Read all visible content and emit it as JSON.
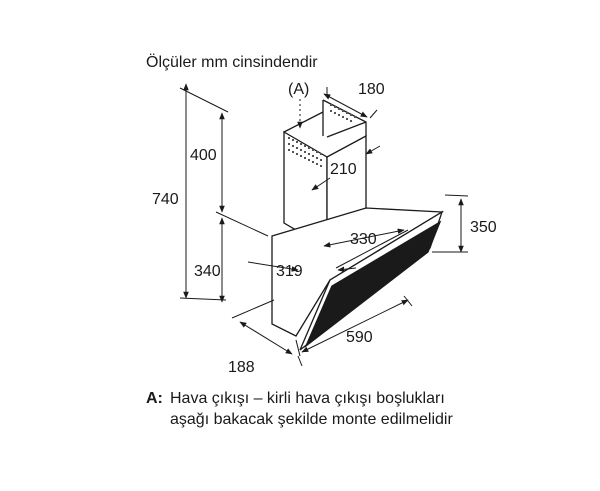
{
  "title": "Ölçüler mm cinsindendir",
  "marker": "(A)",
  "dimensions": {
    "d180": "180",
    "d400": "400",
    "d210": "210",
    "d740": "740",
    "d350": "350",
    "d330": "330",
    "d340": "340",
    "d319": "319",
    "d590": "590",
    "d188": "188"
  },
  "note": {
    "key": "A:",
    "line1": "Hava çıkışı – kirli hava çıkışı boşlukları",
    "line2": "aşağı bakacak şekilde monte edilmelidir"
  }
}
